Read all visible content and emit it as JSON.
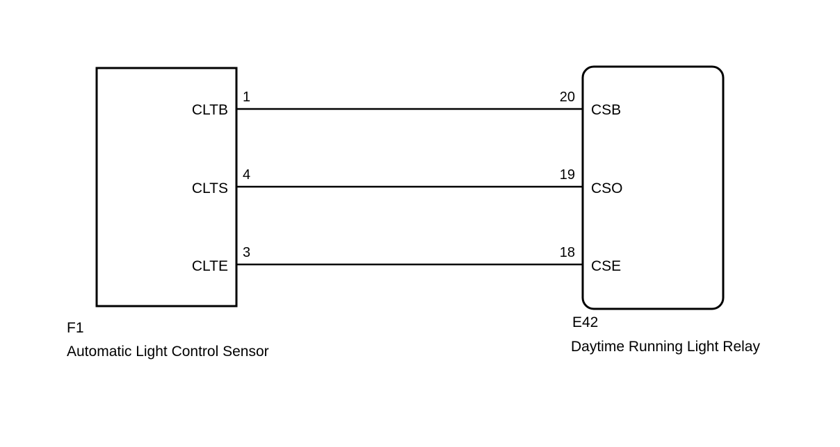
{
  "left_component": {
    "code": "F1",
    "name": "Automatic Light Control Sensor",
    "terminals": [
      {
        "name": "CLTB",
        "pin": "1"
      },
      {
        "name": "CLTS",
        "pin": "4"
      },
      {
        "name": "CLTE",
        "pin": "3"
      }
    ]
  },
  "right_component": {
    "code": "E42",
    "name": "Daytime Running Light Relay",
    "terminals": [
      {
        "name": "CSB",
        "pin": "20"
      },
      {
        "name": "CSO",
        "pin": "19"
      },
      {
        "name": "CSE",
        "pin": "18"
      }
    ]
  },
  "colors": {
    "line": "#000000",
    "background": "#ffffff"
  }
}
